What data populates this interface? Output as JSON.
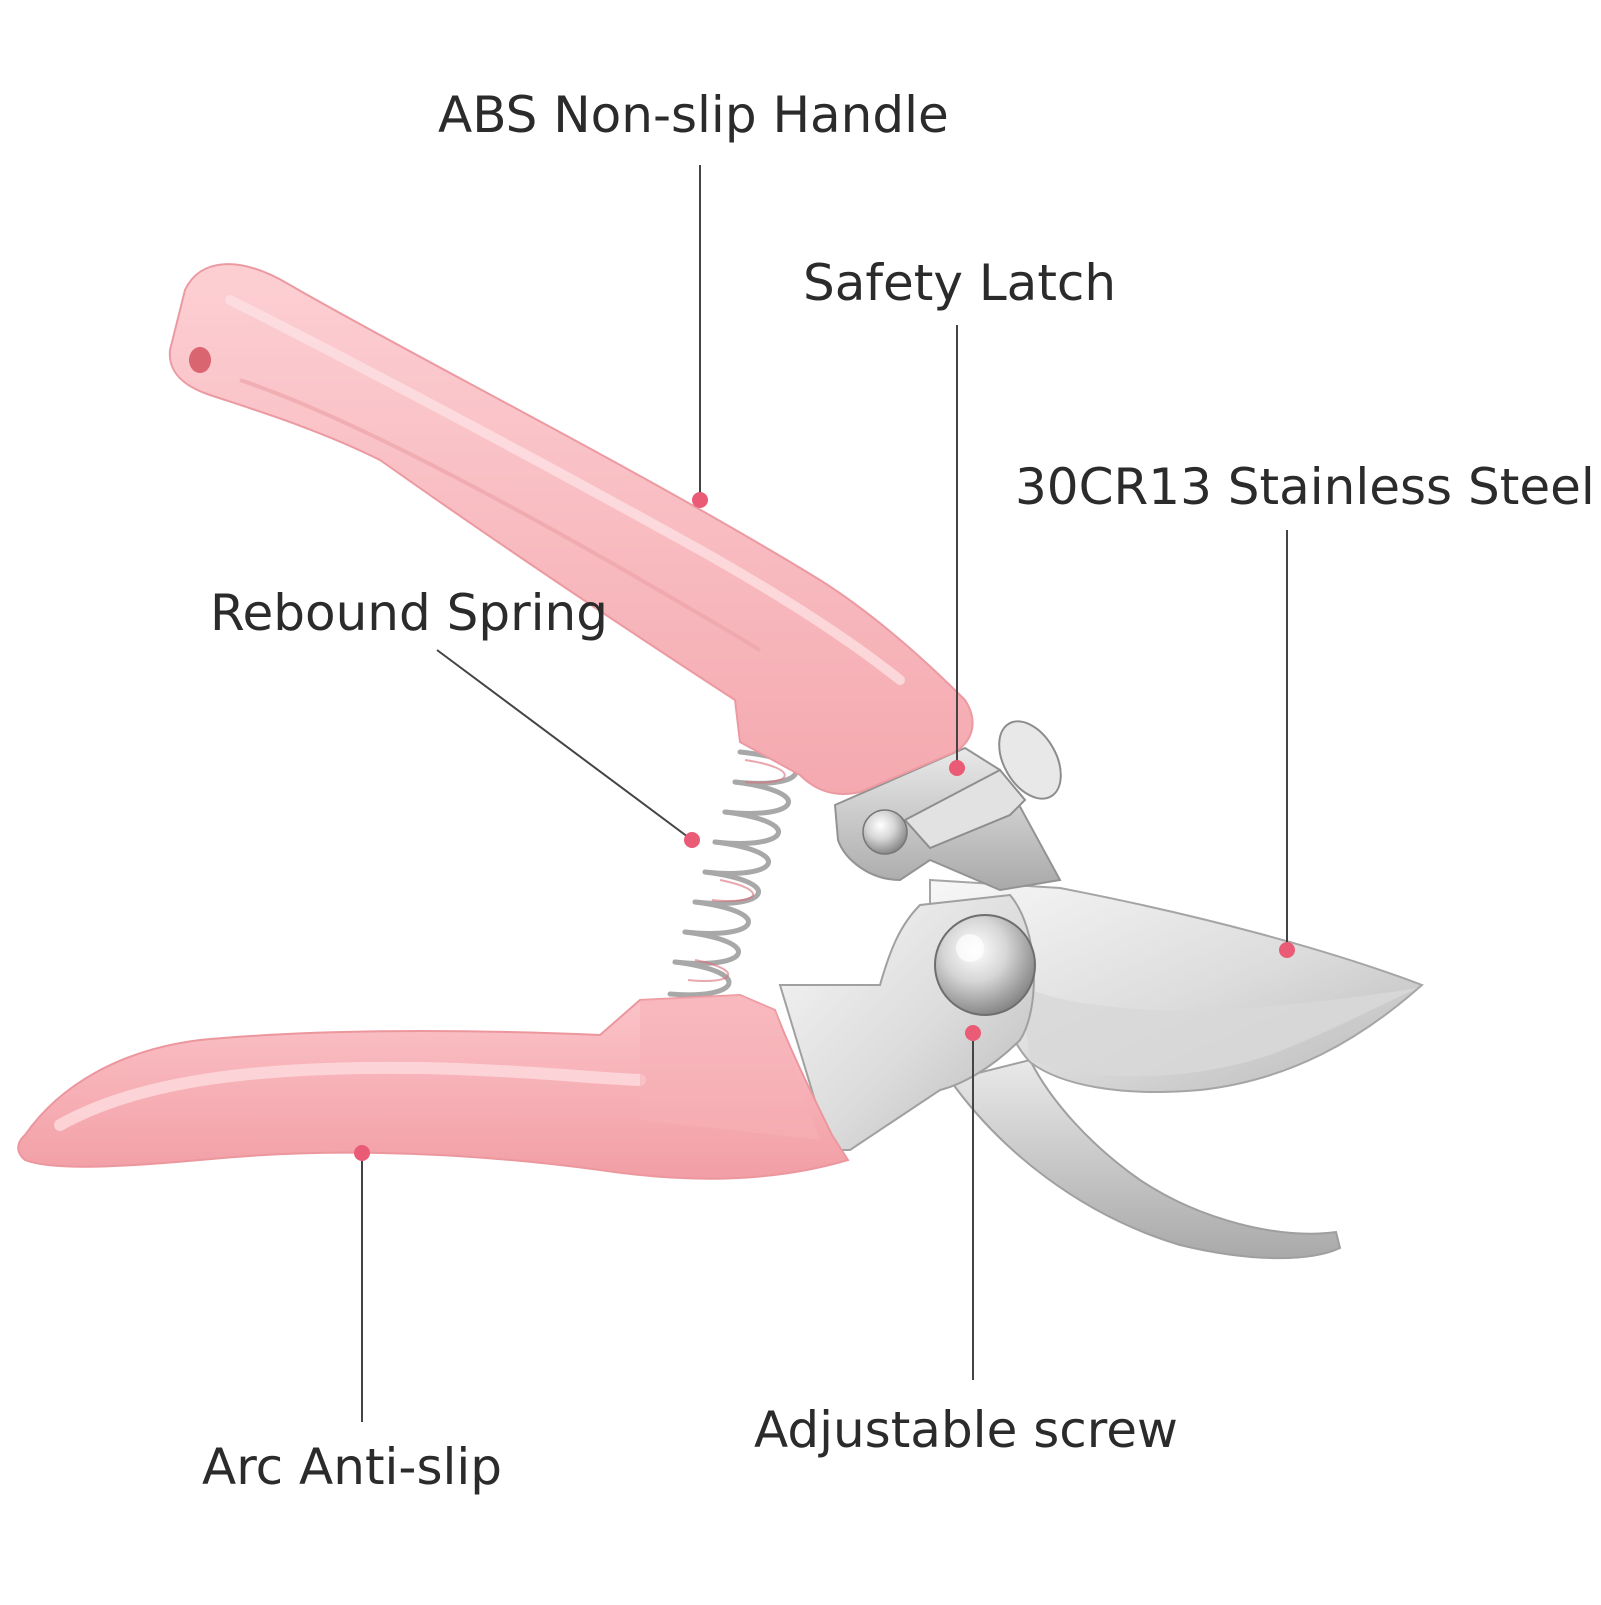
{
  "labels": {
    "handle": "ABS Non-slip Handle",
    "latch": "Safety Latch",
    "steel": "30CR13 Stainless Steel",
    "spring": "Rebound Spring",
    "screw": "Adjustable screw",
    "arc": "Arc Anti-slip"
  },
  "colors": {
    "handle_pink": "#f7b3b8",
    "handle_highlight": "#fcd1d4",
    "handle_shadow": "#e8959b",
    "marker_dot": "#ea5b76",
    "leader_line": "#444444",
    "steel_light": "#eeeeee",
    "steel_mid": "#c9c9c9",
    "steel_dark": "#9a9a9a",
    "text": "#2b2b2b"
  }
}
